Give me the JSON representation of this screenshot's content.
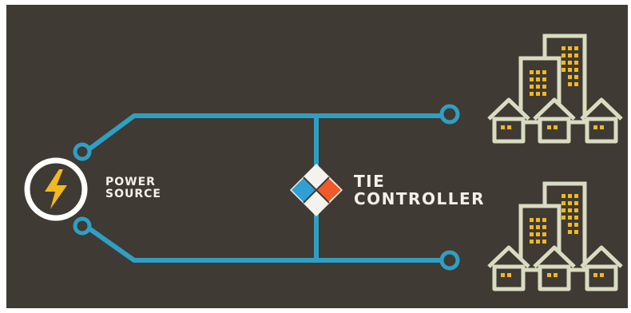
{
  "power_source": {
    "line1": "POWER",
    "line2": "SOURCE",
    "icon": "lightning-bolt-icon"
  },
  "tie_controller": {
    "line1": "TIE",
    "line2": "CONTROLLER",
    "icon": "diamond-switch-icon"
  },
  "loads": [
    {
      "name": "city-top",
      "icon": "city-buildings-icon"
    },
    {
      "name": "city-bottom",
      "icon": "city-buildings-icon"
    }
  ],
  "colors": {
    "background": "#3f3a33",
    "line": "#2f9fc4",
    "bolt": "#f2b81f",
    "building_outline": "#d9dcc0",
    "window": "#f2b81f",
    "diamond_blue": "#2f9fd6",
    "diamond_orange": "#f05a28",
    "diamond_white": "#f4f2ec"
  }
}
